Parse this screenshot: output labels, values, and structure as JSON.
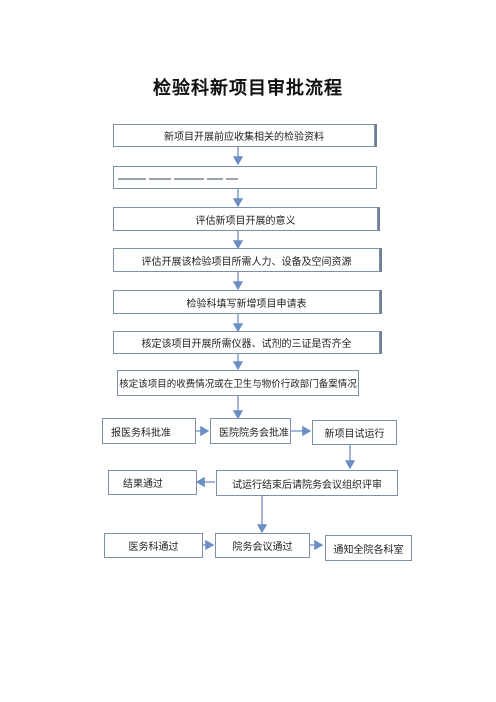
{
  "title": "检验科新项目审批流程",
  "steps": {
    "s1": "新项目开展前应收集相关的检验资料",
    "s2": "",
    "s3": "评估新项目开展的意义",
    "s4": "评估开展该检验项目所需人力、设备及空间资源",
    "s5": "检验科填写新增项目申请表",
    "s6": "核定该项目开展所需仪器、试剂的三证是否齐全",
    "s7": "核定该项目的收费情况或在卫生与物价行政部门备案情况",
    "r1a": "报医务科批准",
    "r1b": "医院院务会批准",
    "r1c": "新项目试运行",
    "r2a": "结果通过",
    "r2b": "试运行结束后请院务会议组织评审",
    "r3a": "医务科通过",
    "r3b": "院务会议通过",
    "r3c": "通知全院各科室"
  },
  "colors": {
    "arrow": "#6b8fc4",
    "border": "#7f8fa6"
  }
}
